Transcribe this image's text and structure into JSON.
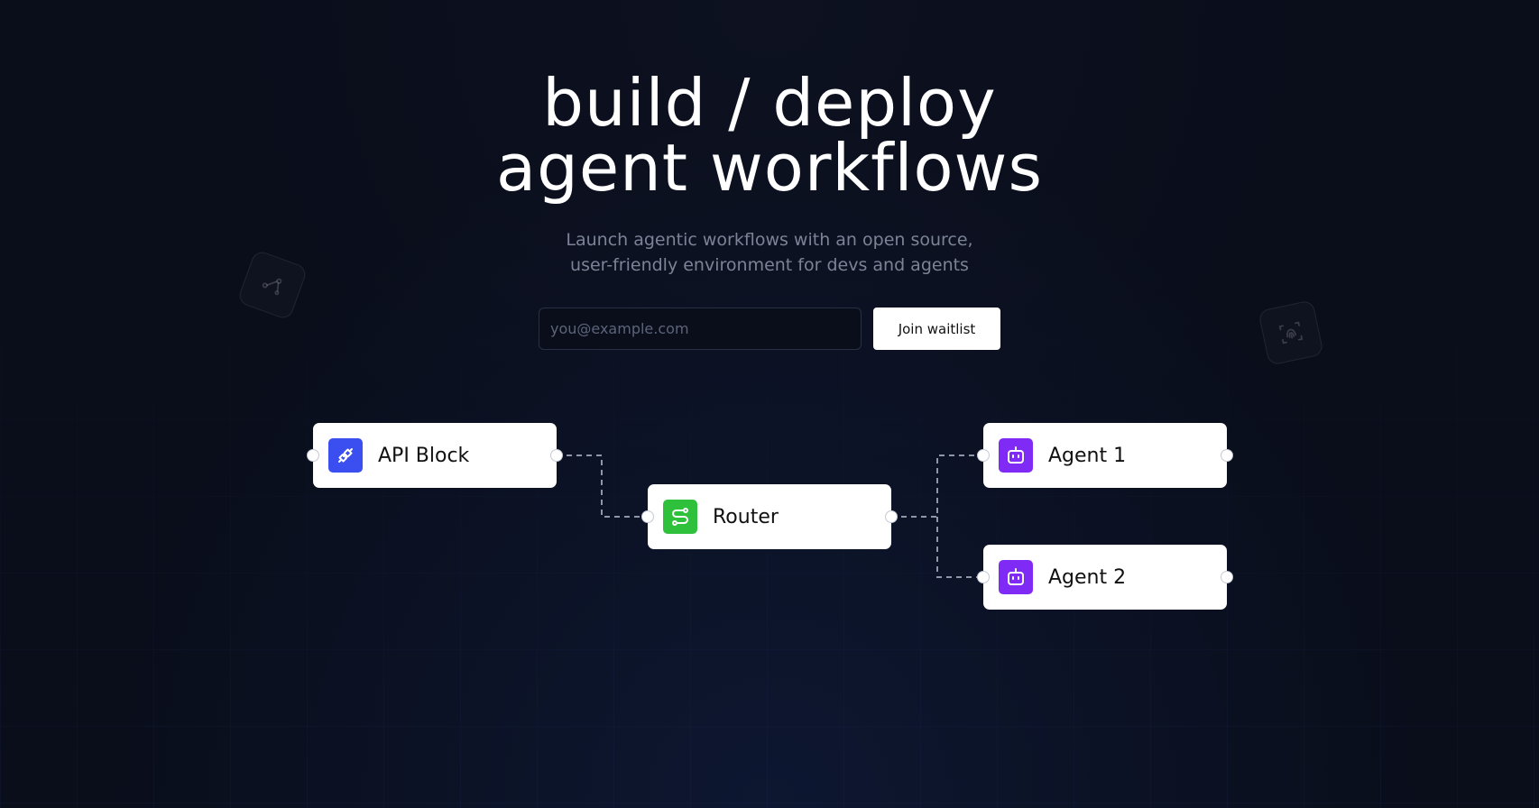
{
  "hero": {
    "title_line1": "build / deploy",
    "title_line2": "agent workflows",
    "subtitle_line1": "Launch agentic workflows with an open source,",
    "subtitle_line2": "user-friendly environment for devs and agents"
  },
  "waitlist": {
    "email_placeholder": "you@example.com",
    "email_value": "",
    "button_label": "Join waitlist"
  },
  "workflow": {
    "nodes": [
      {
        "id": "api",
        "label": "API Block",
        "icon": "plug-icon",
        "color": "#3b4ff0"
      },
      {
        "id": "router",
        "label": "Router",
        "icon": "route-icon",
        "color": "#2fc13b"
      },
      {
        "id": "agent1",
        "label": "Agent 1",
        "icon": "robot-icon",
        "color": "#802bf5"
      },
      {
        "id": "agent2",
        "label": "Agent 2",
        "icon": "robot-icon",
        "color": "#802bf5"
      }
    ],
    "edges": [
      [
        "api",
        "router"
      ],
      [
        "router",
        "agent1"
      ],
      [
        "router",
        "agent2"
      ]
    ]
  },
  "decorations": {
    "left_icon": "connection-icon",
    "right_icon": "fingerprint-icon"
  },
  "colors": {
    "background": "#0a0e1b",
    "api_accent": "#3b4ff0",
    "router_accent": "#2fc13b",
    "agent_accent": "#802bf5"
  }
}
